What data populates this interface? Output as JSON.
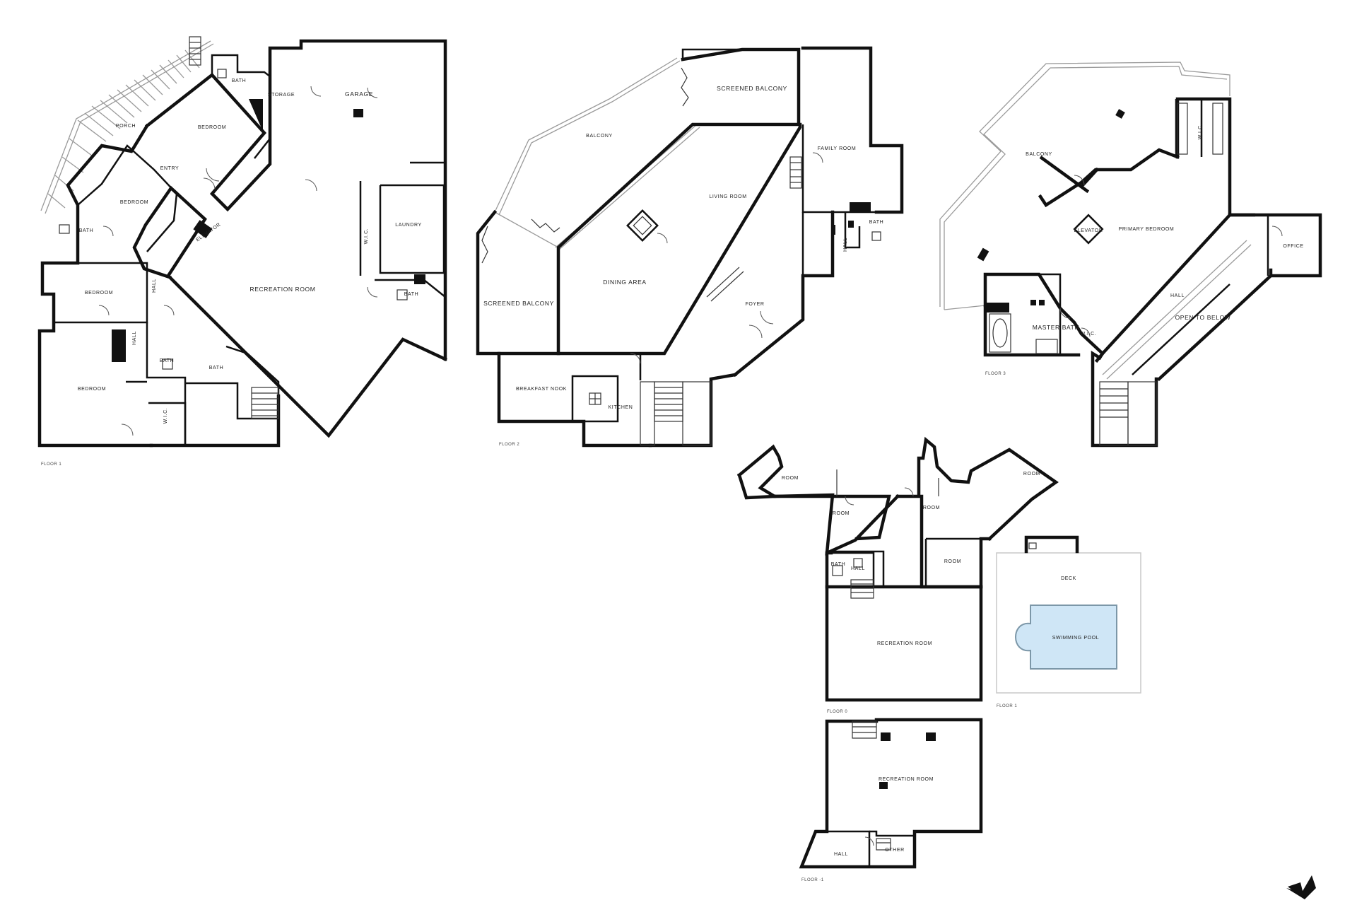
{
  "floor1": {
    "floor_label": "FLOOR 1",
    "rooms": {
      "porch": "PORCH",
      "bedroom_a": "BEDROOM",
      "bath_a": "BATH",
      "storage": "STORAGE",
      "garage": "GARAGE",
      "entry": "ENTRY",
      "bedroom_b": "BEDROOM",
      "bath_b": "BATH",
      "elevator": "ELEVATOR",
      "laundry": "LAUNDRY",
      "wic_a": "W.I.C.",
      "bedroom_c": "BEDROOM",
      "hall_a": "HALL",
      "recreation": "RECREATION ROOM",
      "bath_c": "BATH",
      "hall_b": "HALL",
      "bedroom_d": "BEDROOM",
      "bath_d": "BATH",
      "wic_b": "W.I.C.",
      "bath_e": "BATH"
    }
  },
  "floor2": {
    "floor_label": "FLOOR 2",
    "rooms": {
      "screened_balcony_a": "SCREENED BALCONY",
      "balcony": "BALCONY",
      "living": "LIVING ROOM",
      "family": "FAMILY ROOM",
      "dining": "DINING AREA",
      "screened_balcony_b": "SCREENED BALCONY",
      "foyer": "FOYER",
      "bath": "BATH",
      "hall": "HALL",
      "breakfast": "BREAKFAST NOOK",
      "kitchen": "KITCHEN"
    }
  },
  "floor3": {
    "floor_label": "FLOOR 3",
    "rooms": {
      "balcony": "BALCONY",
      "wic": "W.I.C.",
      "primary_bedroom": "PRIMARY BEDROOM",
      "elevator": "ELEVATOR",
      "office": "OFFICE",
      "hall": "HALL",
      "open_to_below": "OPEN TO BELOW",
      "master_bath": "MASTER BATH",
      "wic_b": "W.I.C."
    }
  },
  "lower": {
    "floor_label": "FLOOR 0",
    "rooms": {
      "room_left": "ROOM",
      "room_right": "ROOM",
      "room_a": "ROOM",
      "room_b": "ROOM",
      "room_c": "ROOM",
      "bath": "BATH",
      "hall": "HALL",
      "recreation": "RECREATION ROOM"
    }
  },
  "pool_area": {
    "floor_label": "FLOOR 1",
    "deck": "DECK",
    "pool": "SWIMMING POOL"
  },
  "basement": {
    "floor_label": "FLOOR -1",
    "rooms": {
      "main": "RECREATION ROOM",
      "hall": "HALL",
      "other": "OTHER"
    }
  },
  "colors": {
    "walls": "#111111",
    "pool": "#cfe6f6"
  },
  "icons": {
    "brand": "bird-logo-icon"
  }
}
